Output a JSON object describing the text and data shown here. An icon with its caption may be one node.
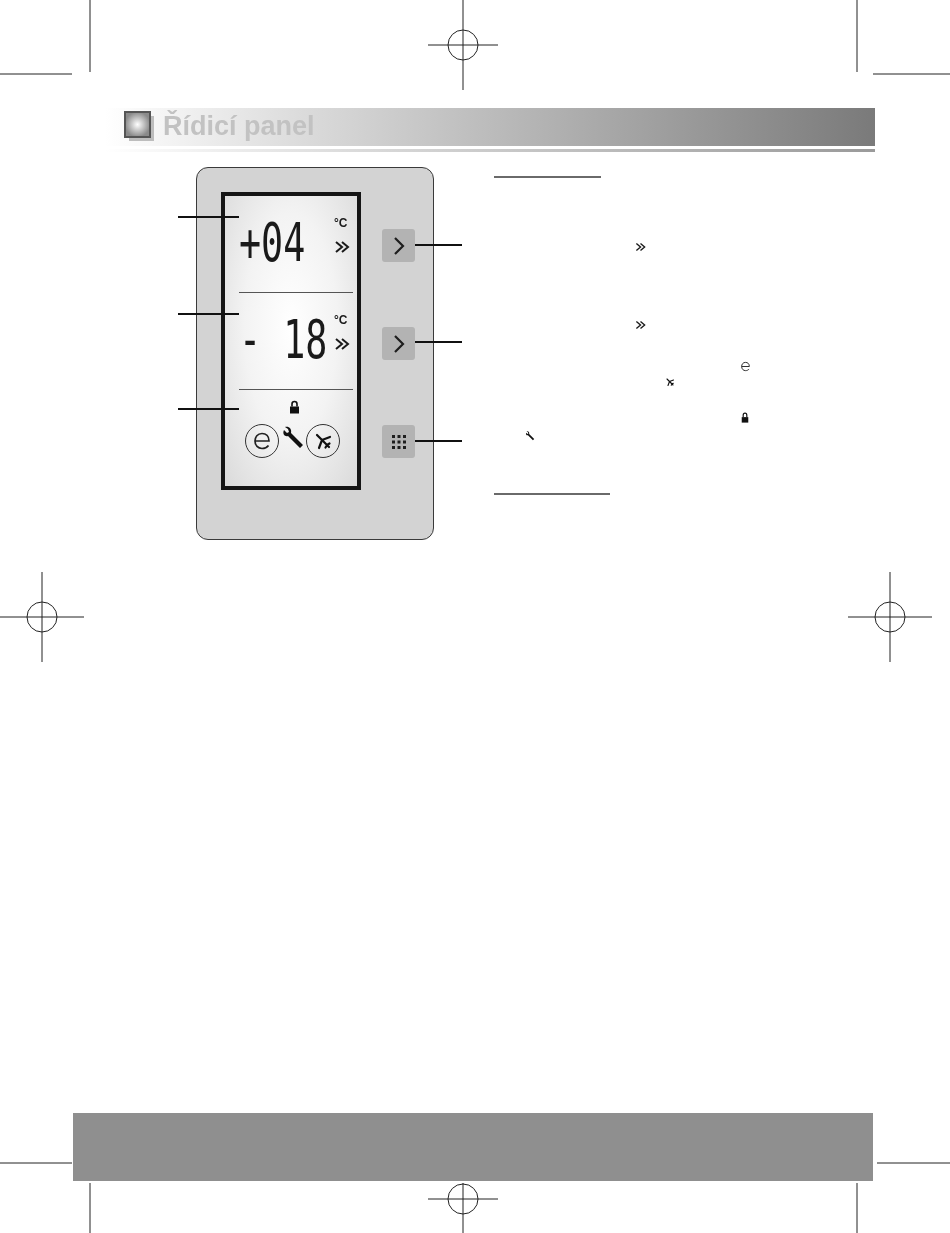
{
  "diagram": {
    "title": "Řídicí panel",
    "nodes": [
      {
        "text": [],
        "shape": "box"
      },
      {
        "text": [],
        "shape": "box",
        "in": 0
      },
      {
        "text": [
          "+04",
          "°C"
        ],
        "in": 1
      },
      {
        "text": [
          "- 18",
          "°C"
        ],
        "in": 1
      },
      {
        "text": [],
        "shape": "box",
        "in": 1
      },
      {
        "text": [],
        "shape": "box",
        "in": 0
      },
      {
        "text": [],
        "shape": "box",
        "in": 0
      },
      {
        "text": [],
        "shape": "box",
        "in": 0
      }
    ],
    "edges": [
      {
        "from": null,
        "to": 2,
        "arrow": "none"
      },
      {
        "from": null,
        "to": 3,
        "arrow": "none"
      },
      {
        "from": null,
        "to": 4,
        "arrow": "none"
      },
      {
        "from": 5,
        "to": null,
        "arrow": "none"
      },
      {
        "from": 6,
        "to": null,
        "arrow": "none"
      },
      {
        "from": 7,
        "to": null,
        "arrow": "none"
      }
    ]
  }
}
